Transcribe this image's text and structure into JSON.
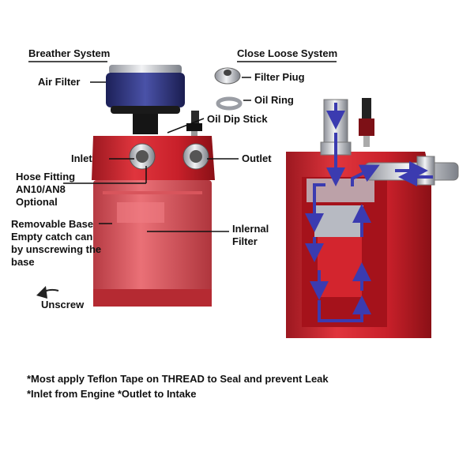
{
  "labels": {
    "breather_system": "Breather System",
    "air_filter": "Air Filter",
    "close_loose_system": "Close Loose System",
    "filter_plug": "Filter Piug",
    "oil_ring": "Oil Ring",
    "oil_dip_stick": "Oil Dip Stick",
    "inlet": "Inlet",
    "outlet": "Outlet",
    "hose_fitting": "Hose Fitting AN10/AN8 Optional",
    "removable_base": "Removable Base Empty catch can by unscrewing the base",
    "internal_filter": "Inlernal Filter",
    "unscrew": "Unscrew"
  },
  "notes": {
    "line1": "*Most apply Teflon Tape on THREAD to Seal and prevent Leak",
    "line2": "*Inlet from Engine *Outlet to Intake"
  },
  "colors": {
    "body_red": "#c8202a",
    "dark_red": "#8e1018",
    "flow_arrow": "#3b3bb0",
    "filter_blue": "#2a2f7a",
    "chrome": "#c9ccd2"
  }
}
